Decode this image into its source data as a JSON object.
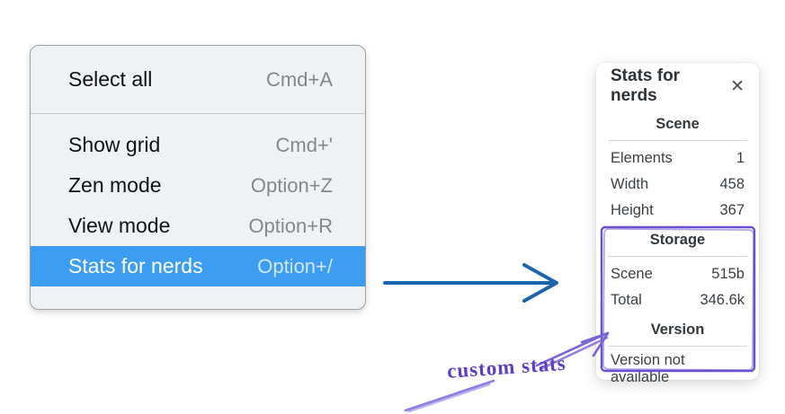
{
  "menu": {
    "groups": [
      {
        "items": [
          {
            "label": "Select all",
            "shortcut": "Cmd+A",
            "highlighted": false
          }
        ]
      },
      {
        "items": [
          {
            "label": "Show grid",
            "shortcut": "Cmd+'",
            "highlighted": false
          },
          {
            "label": "Zen mode",
            "shortcut": "Option+Z",
            "highlighted": false
          },
          {
            "label": "View mode",
            "shortcut": "Option+R",
            "highlighted": false
          },
          {
            "label": "Stats for nerds",
            "shortcut": "Option+/",
            "highlighted": true
          }
        ]
      }
    ]
  },
  "panel": {
    "title": "Stats for nerds",
    "close_glyph": "✕",
    "sections": [
      {
        "heading": "Scene",
        "rows": [
          {
            "label": "Elements",
            "value": "1"
          },
          {
            "label": "Width",
            "value": "458"
          },
          {
            "label": "Height",
            "value": "367"
          }
        ]
      },
      {
        "heading": "Storage",
        "rows": [
          {
            "label": "Scene",
            "value": "515b"
          },
          {
            "label": "Total",
            "value": "346.6k"
          }
        ]
      },
      {
        "heading": "Version",
        "note": "Version not available"
      }
    ]
  },
  "annotation": {
    "label": "custom stats"
  },
  "colors": {
    "highlight_blue": "#3d9df3",
    "arrow_blue": "#1d64ae",
    "annotation_purple": "#6b4fd1",
    "handwriting_purple": "#5f3dc4"
  }
}
